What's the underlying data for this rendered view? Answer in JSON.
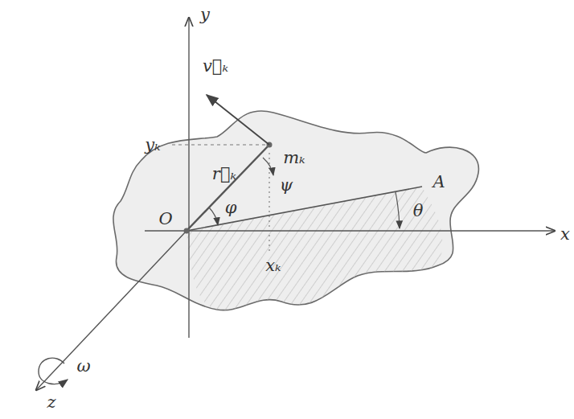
{
  "diagram": {
    "labels": [
      "y",
      "x",
      "z",
      "O",
      "A",
      "θ",
      "φ",
      "ω",
      "v⃗ₖ",
      "r⃗ₖ",
      "mₖ",
      "yₖ",
      "xₖ",
      "ψ"
    ]
  }
}
